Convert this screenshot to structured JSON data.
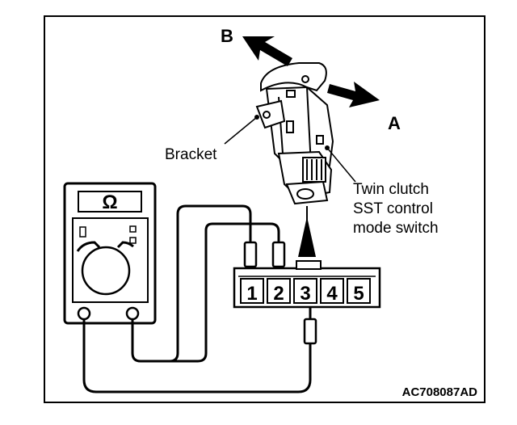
{
  "labels": {
    "bracket": "Bracket",
    "arrow_a": "A",
    "arrow_b": "B",
    "switch_line1": "Twin clutch",
    "switch_line2": "SST control",
    "switch_line3": "mode switch",
    "meter_symbol": "Ω",
    "reference_code": "AC708087AD"
  },
  "connector_pins": [
    "1",
    "2",
    "3",
    "4",
    "5"
  ]
}
